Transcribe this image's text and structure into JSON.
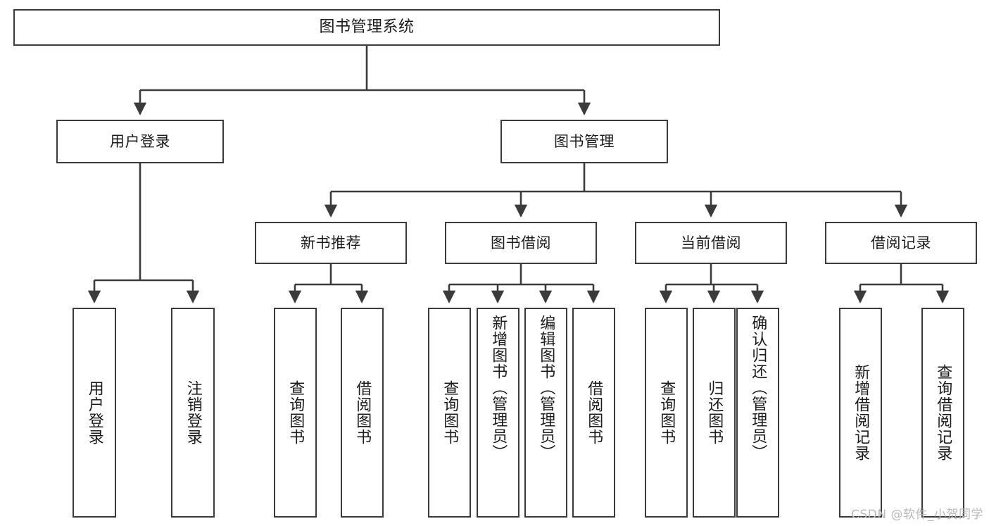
{
  "diagram": {
    "title": "图书管理系统",
    "type": "tree-hierarchy",
    "watermark": "CSDN @软件_小贺同学",
    "colors": {
      "stroke": "#3b3b3b",
      "fill": "#ffffff",
      "text": "#1c1c1c",
      "watermark": "#b9b9b9"
    },
    "root": {
      "id": "root",
      "label": "图书管理系统"
    },
    "level1": [
      {
        "id": "user-login",
        "label": "用户登录"
      },
      {
        "id": "book-manage",
        "label": "图书管理"
      }
    ],
    "level2": [
      {
        "id": "new-book-recommend",
        "label": "新书推荐",
        "parent": "book-manage"
      },
      {
        "id": "book-borrow",
        "label": "图书借阅",
        "parent": "book-manage"
      },
      {
        "id": "current-borrow",
        "label": "当前借阅",
        "parent": "book-manage"
      },
      {
        "id": "borrow-record",
        "label": "借阅记录",
        "parent": "book-manage"
      }
    ],
    "leaves": {
      "user-login": [
        {
          "id": "leaf-user-login",
          "label": "用户登录"
        },
        {
          "id": "leaf-logout-login",
          "label": "注销登录"
        }
      ],
      "new-book-recommend": [
        {
          "id": "leaf-query-book-1",
          "label": "查询图书"
        },
        {
          "id": "leaf-borrow-book-1",
          "label": "借阅图书"
        }
      ],
      "book-borrow": [
        {
          "id": "leaf-query-book-2",
          "label": "查询图书"
        },
        {
          "id": "leaf-add-book-admin",
          "label": "新增图书（管理员）"
        },
        {
          "id": "leaf-edit-book-admin",
          "label": "编辑图书（管理员）"
        },
        {
          "id": "leaf-borrow-book-2",
          "label": "借阅图书"
        }
      ],
      "current-borrow": [
        {
          "id": "leaf-query-book-3",
          "label": "查询图书"
        },
        {
          "id": "leaf-return-book",
          "label": "归还图书"
        },
        {
          "id": "leaf-confirm-return-admin",
          "label": "确认归还（管理员）"
        }
      ],
      "borrow-record": [
        {
          "id": "leaf-add-borrow-record",
          "label": "新增借阅记录"
        },
        {
          "id": "leaf-query-borrow-record",
          "label": "查询借阅记录"
        }
      ]
    }
  }
}
